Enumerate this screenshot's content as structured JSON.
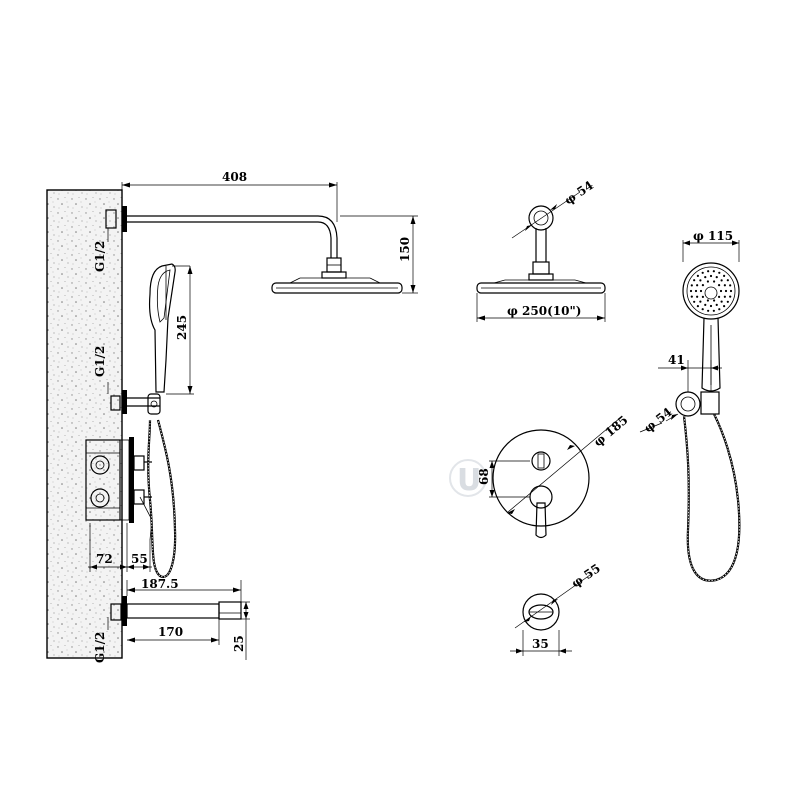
{
  "dimensions": {
    "arm_length": "408",
    "arm_drop": "150",
    "handheld_length": "245",
    "thread_top": "G1/2",
    "thread_mid": "G1/2",
    "thread_bottom": "G1/2",
    "valve_depth_a": "72",
    "valve_depth_b": "55",
    "spout_length_outer": "187.5",
    "spout_length_inner": "170",
    "spout_height": "25",
    "flange_diameter": "φ 54",
    "head_diameter": "φ 250(10\")",
    "plate_diameter": "φ 185",
    "handle_spacing": "68",
    "handheld_diameter": "φ 115",
    "holder_offset": "41",
    "holder_diameter": "φ 54",
    "spout_flange_diameter": "φ 55",
    "spout_flange_width": "35"
  },
  "watermark": "U"
}
